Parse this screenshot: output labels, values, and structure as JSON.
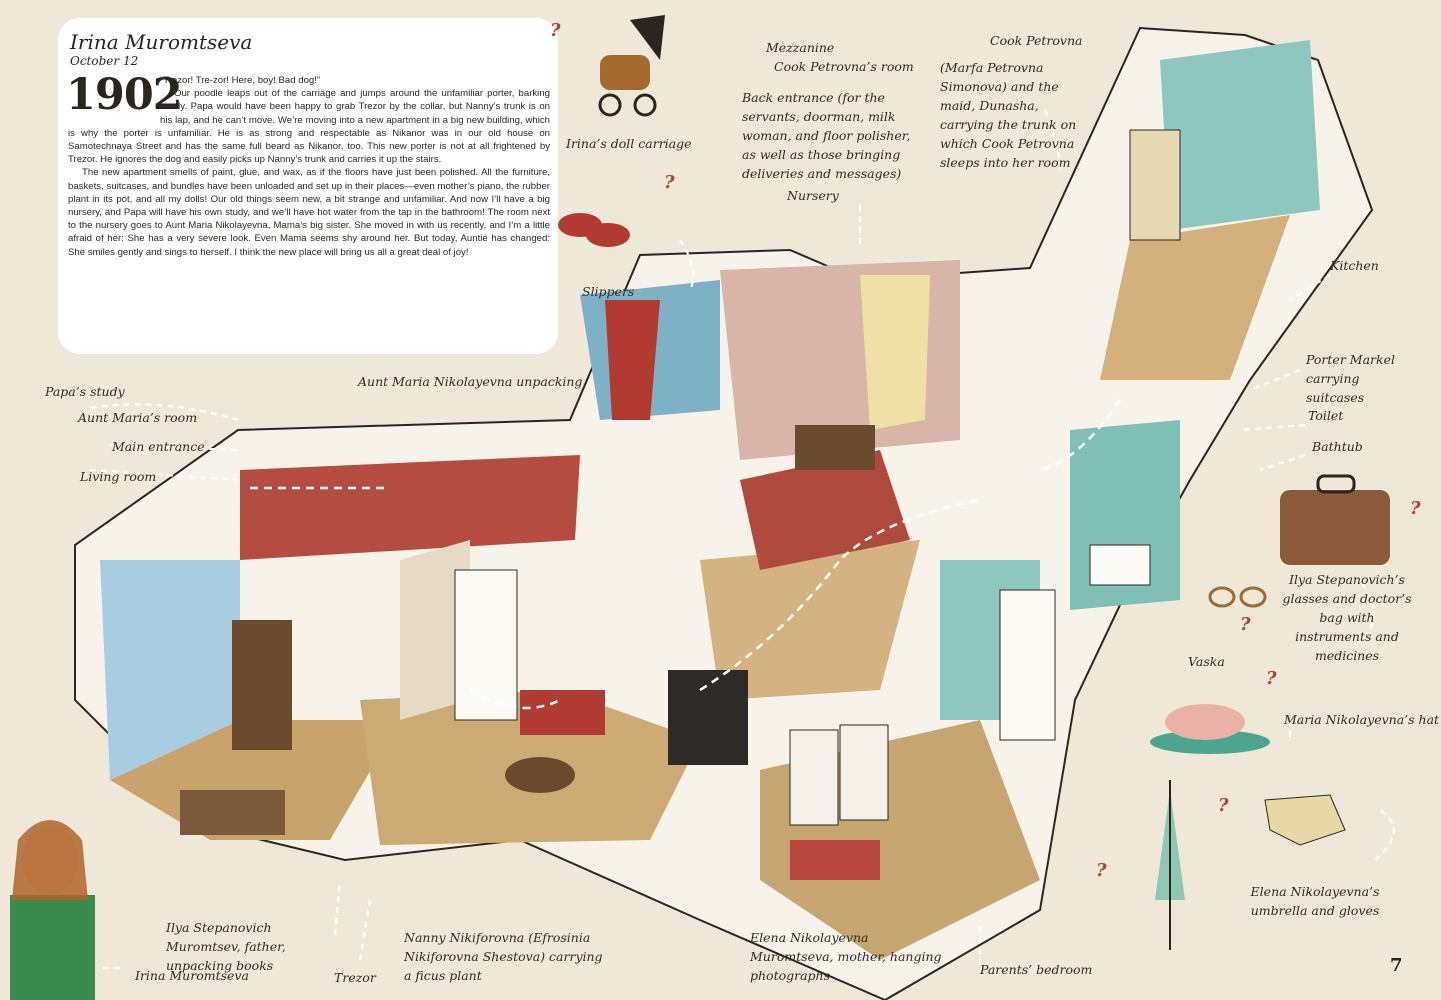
{
  "story": {
    "name": "Irina Muromtseva",
    "date": "October 12",
    "year": "1902",
    "paragraphs": [
      "“Trezor! Tre-zor! Here, boy! Bad dog!”",
      "Our poodle leaps out of the carriage and jumps around the unfamiliar porter, barking loudly. Papa would have been happy to grab Trezor by the collar, but Nanny’s trunk is on his lap, and he can’t move. We’re moving into a new apartment in a big new building, which is why the porter is unfamiliar. He is as strong and respectable as Nikanor was in our old house on Samotechnaya Street and has the same full beard as Nikanor, too. This new porter is not at all frightened by Trezor. He ignores the dog and easily picks up Nanny’s trunk and carries it up the stairs.",
      "The new apartment smells of paint, glue, and wax, as if the floors have just been polished. All the furniture, baskets, suitcases, and bundles have been unloaded and set up in their places—even mother’s piano, the rubber plant in its pot, and all my dolls! Our old things seem new, a bit strange and unfamiliar. And now I’ll have a big nursery, and Papa will have his own study, and we’ll have hot water from the tap in the bathroom! The room next to the nursery goes to Aunt Maria Nikolayevna, Mama’s big sister. She moved in with us recently, and I’m a little afraid of her: She has a very severe look. Even Mama seems shy around her. But today, Auntie has changed: She smiles gently and sings to herself. I think the new place will bring us all a great deal of joy!"
    ]
  },
  "labels": {
    "doll_carriage": "Irina’s doll carriage",
    "slippers": "Slippers",
    "mezzanine": "Mezzanine",
    "cook_room": "Cook Petrovna’s room",
    "back_entrance": "Back entrance (for the servants, doorman, milk woman, and floor polisher, as well as those bringing deliveries and messages)",
    "nursery": "Nursery",
    "cook_petrovna": "Cook Petrovna",
    "cook_desc": "(Marfa Petrovna Simonova) and the maid, Dunasha, carrying the trunk on which Cook Petrovna sleeps into her room",
    "kitchen": "Kitchen",
    "porter": "Porter Markel carrying suitcases",
    "toilet": "Toilet",
    "bathtub": "Bathtub",
    "glasses": "Ilya Stepanovich’s glasses and doctor’s bag with instruments and medicines",
    "vaska": "Vaska",
    "hat": "Maria Nikolayevna’s hat",
    "umbrella": "Elena Nikolayevna’s umbrella and gloves",
    "aunt_unpacking": "Aunt Maria Nikolayevna unpacking",
    "papas_study": "Papa’s study",
    "aunts_room": "Aunt Maria’s room",
    "main_entrance": "Main entrance",
    "living_room": "Living room",
    "ilya": "Ilya Stepanovich Muromtsev, father, unpacking books",
    "irina": "Irina Muromtseva",
    "trezor": "Trezor",
    "nanny": "Nanny Nikiforovna (Efrosinia Nikiforovna Shestova) carrying a ficus plant",
    "elena": "Elena Nikolayevna Muromtseva, mother, hanging photographs",
    "parents_bedroom": "Parents’ bedroom"
  },
  "question_mark": "?",
  "page_number": "7",
  "colors": {
    "paper": "#efe7d8",
    "wall_red": "#b8483e",
    "wall_teal": "#8ec7c0",
    "wall_blue": "#a9cde0",
    "floor": "#c9a36c",
    "question": "#b83a3a"
  }
}
